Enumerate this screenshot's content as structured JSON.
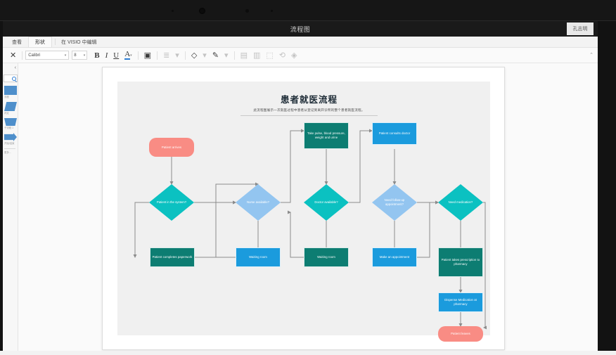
{
  "window": {
    "doc_title": "流程图",
    "account_label": "孔志明"
  },
  "ribbon": {
    "tabs": [
      {
        "label": "查看",
        "active": false
      },
      {
        "label": "形状",
        "active": true
      },
      {
        "label": "在 VISIO 中编辑",
        "active": false
      }
    ],
    "collapse_caret": "⌃",
    "toolbar": {
      "close_icon": "✕",
      "font_name": "Calibri",
      "font_size": "8",
      "bold_label": "B",
      "italic_label": "I",
      "underline_label": "U",
      "font_color_label": "A",
      "picture_label": "▣",
      "align_label": "≣",
      "fill_label": "◇",
      "line_label": "✎",
      "caret": "▾"
    }
  },
  "shapes_pane": {
    "collapse_caret": "‹",
    "search_placeholder": "",
    "items": [
      {
        "label": "流程",
        "shape": "rect"
      },
      {
        "label": "判定",
        "shape": "trap"
      },
      {
        "label": "子流程 1",
        "shape": "para"
      },
      {
        "label": "开始/结束",
        "shape": "arrow"
      }
    ]
  },
  "diagram": {
    "title": "患者就医流程",
    "subtitle": "此流程图展示一次就医过程中患者从登记到离开诊所的整个患者就医流程。",
    "colors": {
      "salmon": "#f98c84",
      "teal": "#0bc1c1",
      "lightblue": "#93c5f0",
      "darkteal": "#0d7d72",
      "blue": "#1b9bdd"
    },
    "nodes": [
      {
        "id": "patient-arrives",
        "label": "Patient arrives",
        "type": "terminator",
        "color": "salmon"
      },
      {
        "id": "patient-in-system",
        "label": "Patient in the system?",
        "type": "decision",
        "color": "teal"
      },
      {
        "id": "completes-paperwork",
        "label": "Patient completes paperwork",
        "type": "process",
        "color": "darkteal"
      },
      {
        "id": "nurse-available",
        "label": "Nurse available?",
        "type": "decision",
        "color": "lightblue"
      },
      {
        "id": "waiting-room-1",
        "label": "Waiting room",
        "type": "process",
        "color": "blue"
      },
      {
        "id": "take-vitals",
        "label": "Take pulse, blood pressure, weight and urine",
        "type": "process",
        "color": "darkteal"
      },
      {
        "id": "doctor-available",
        "label": "Doctor available?",
        "type": "decision",
        "color": "teal"
      },
      {
        "id": "waiting-room-2",
        "label": "Waiting room",
        "type": "process",
        "color": "darkteal"
      },
      {
        "id": "consults-doctor",
        "label": "Patient consults doctor",
        "type": "process",
        "color": "blue"
      },
      {
        "id": "need-followup",
        "label": "Need follow-up appointment?",
        "type": "decision",
        "color": "lightblue"
      },
      {
        "id": "make-appointment",
        "label": "Make an appointment",
        "type": "process",
        "color": "blue"
      },
      {
        "id": "need-medication",
        "label": "Need medication?",
        "type": "decision",
        "color": "teal"
      },
      {
        "id": "takes-prescription",
        "label": "Patient takes prescription to pharmacy",
        "type": "process",
        "color": "darkteal"
      },
      {
        "id": "dispense-medication",
        "label": "Dispense Medication at pharmacy",
        "type": "process",
        "color": "blue"
      },
      {
        "id": "patient-leaves",
        "label": "Patient leaves",
        "type": "terminator",
        "color": "salmon"
      }
    ]
  }
}
